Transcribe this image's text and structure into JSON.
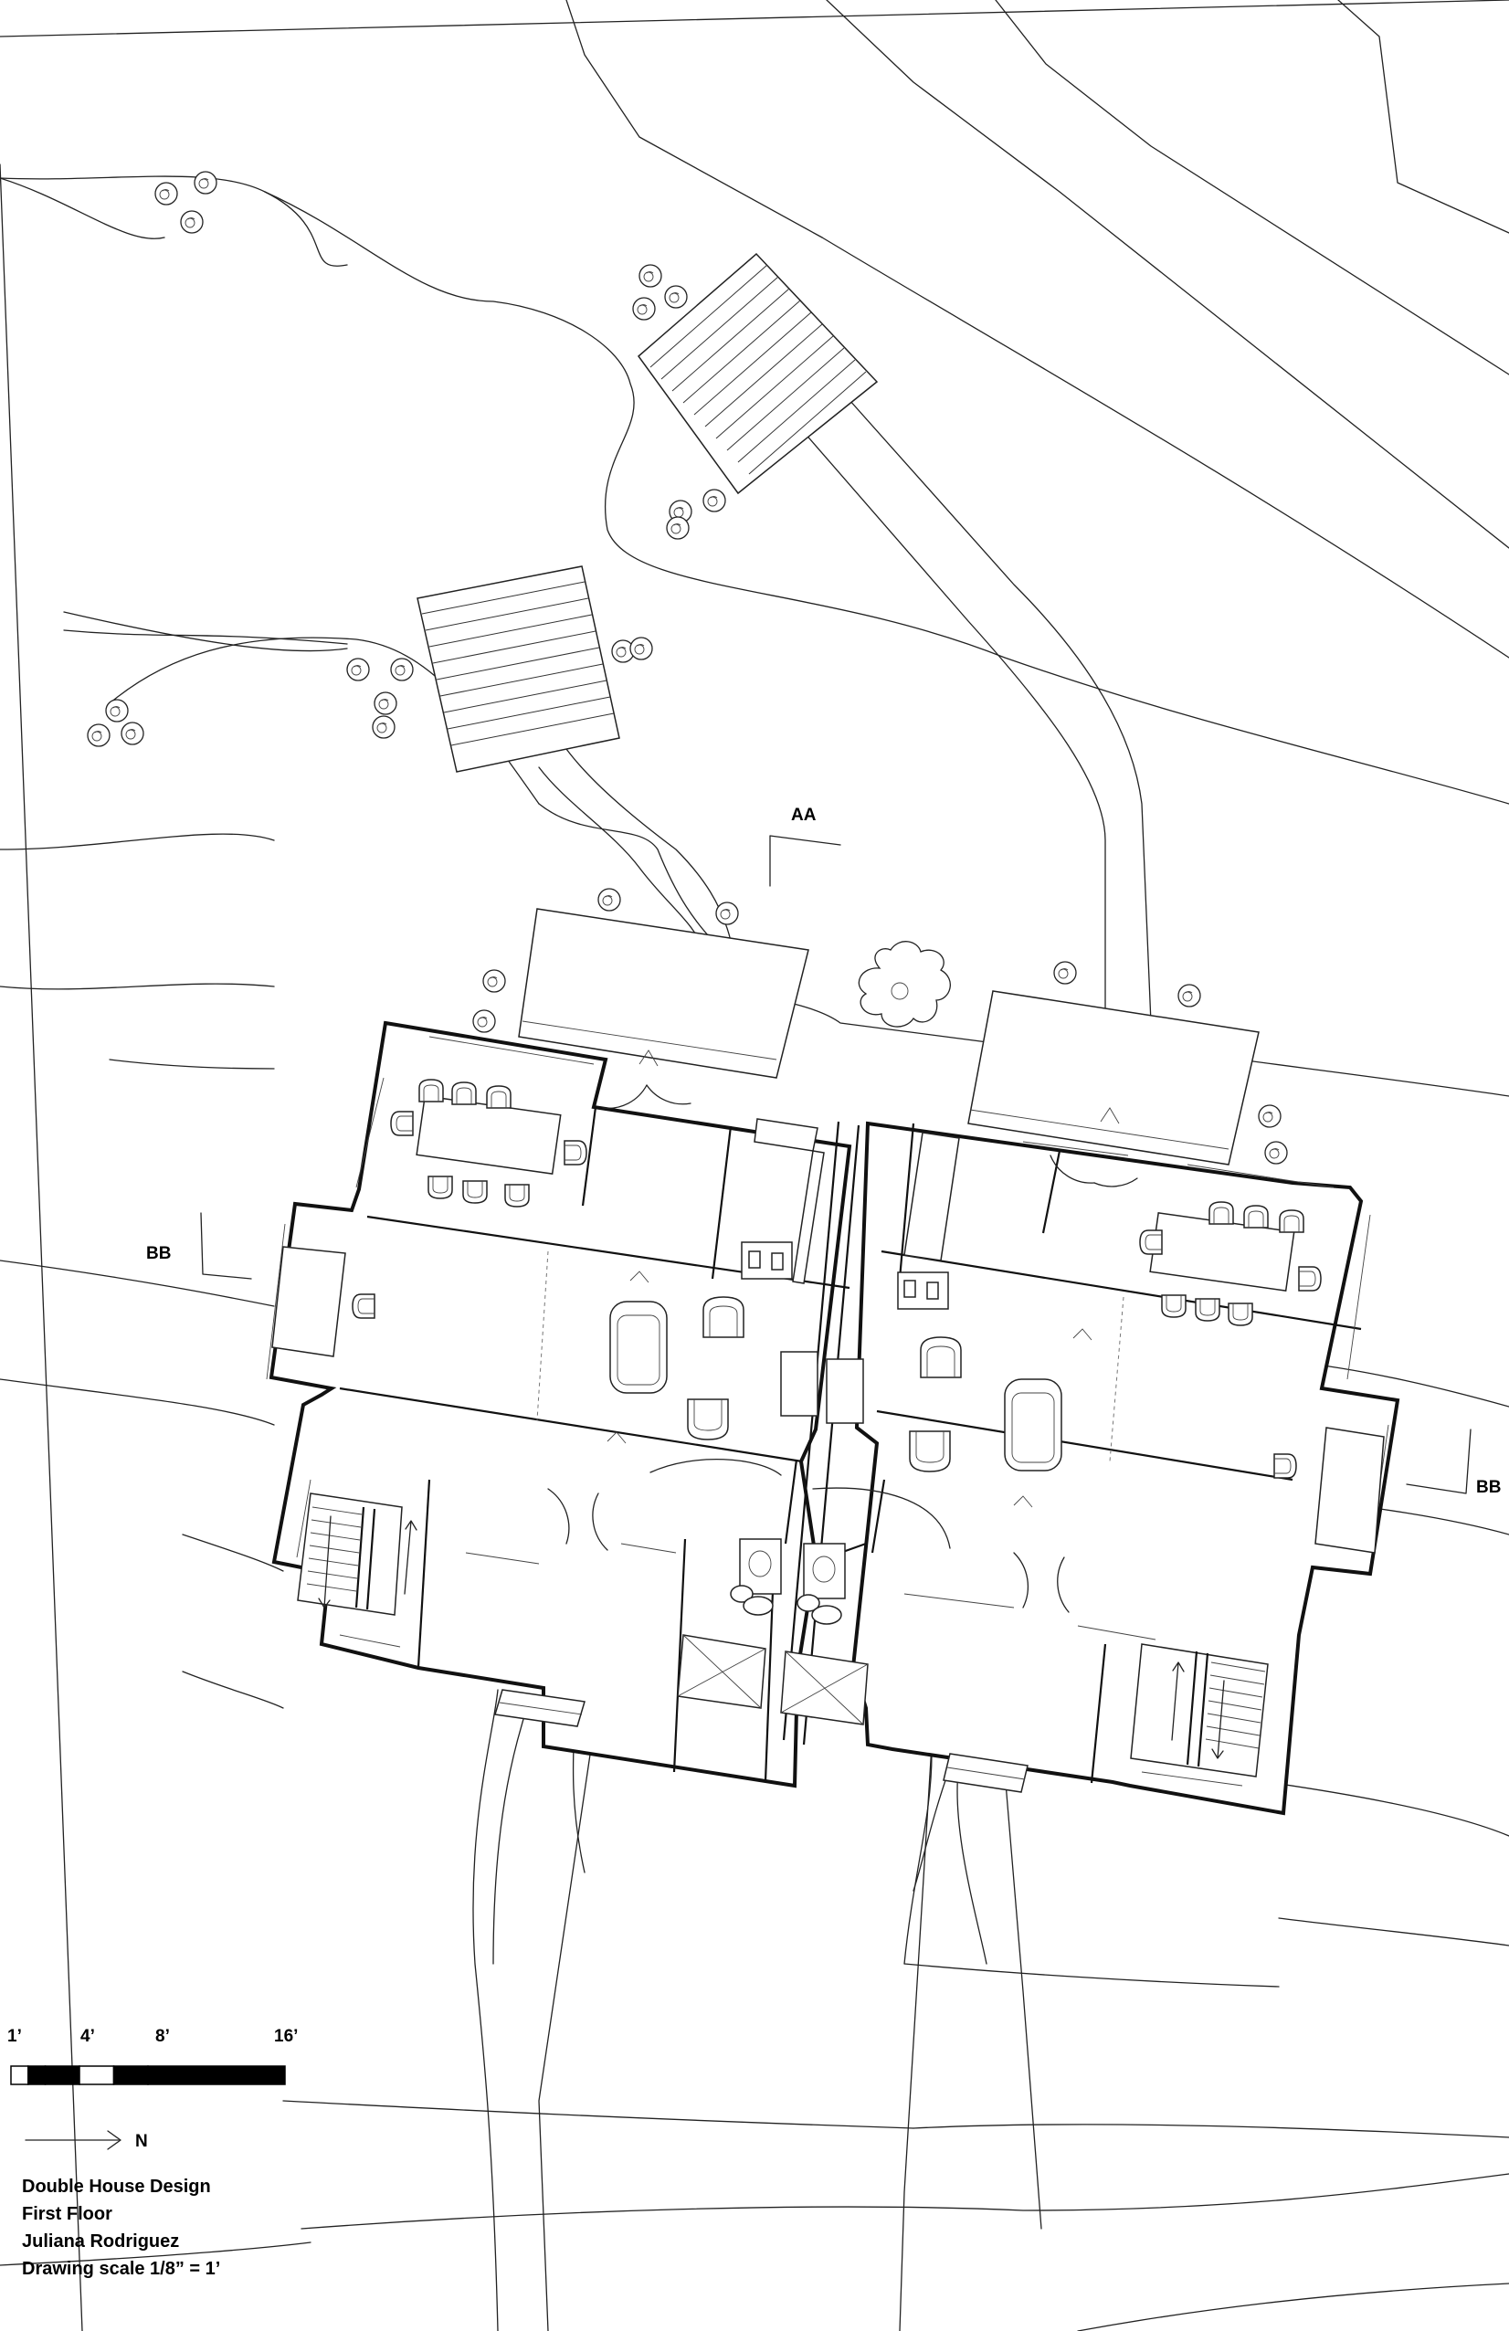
{
  "section_marks": {
    "aa": "AA",
    "bb_left": "BB",
    "bb_right": "BB"
  },
  "scale_bar": {
    "labels": [
      "1’",
      "4’",
      "8’",
      "16’"
    ],
    "segments": [
      {
        "from_ft": 0,
        "to_ft": 1,
        "fill": "#ffffff"
      },
      {
        "from_ft": 1,
        "to_ft": 2,
        "fill": "#000000"
      },
      {
        "from_ft": 2,
        "to_ft": 4,
        "fill": "#000000"
      },
      {
        "from_ft": 4,
        "to_ft": 6,
        "fill": "#ffffff"
      },
      {
        "from_ft": 6,
        "to_ft": 8,
        "fill": "#000000"
      },
      {
        "from_ft": 8,
        "to_ft": 16,
        "fill": "#000000"
      }
    ]
  },
  "north": {
    "label": "N",
    "icon": "north-arrow-icon"
  },
  "title_block": {
    "project": "Double House Design",
    "floor": "First Floor",
    "author": "Juliana Rodriguez",
    "scale": "Drawing scale 1/8” = 1’"
  }
}
